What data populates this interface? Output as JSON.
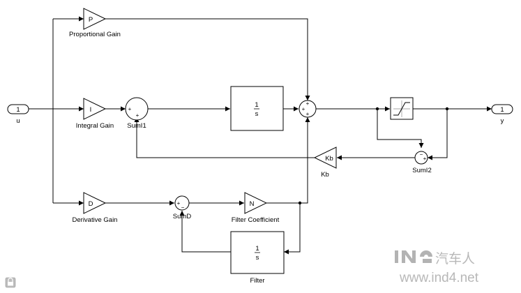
{
  "ports": {
    "in": {
      "number": "1",
      "name": "u"
    },
    "out": {
      "number": "1",
      "name": "y"
    }
  },
  "gains": {
    "proportional": {
      "symbol": "P",
      "label": "Proportional Gain"
    },
    "integral": {
      "symbol": "I",
      "label": "Integral Gain"
    },
    "derivative": {
      "symbol": "D",
      "label": "Derivative Gain"
    },
    "filter_coefficient": {
      "symbol": "N",
      "label": "Filter Coefficient"
    },
    "kb": {
      "symbol": "Kb",
      "label": "Kb"
    }
  },
  "sums": {
    "sumi1": {
      "label": "SumI1",
      "signs": [
        "+",
        "+"
      ]
    },
    "sumd": {
      "label": "SumD",
      "signs": [
        "+",
        "−"
      ]
    },
    "main": {
      "signs": [
        "+",
        "+",
        "+"
      ]
    },
    "sumi2": {
      "label": "SumI2",
      "signs": [
        "−",
        "+"
      ]
    }
  },
  "integrator": {
    "numerator": "1",
    "denominator": "s"
  },
  "filter": {
    "numerator": "1",
    "denominator": "s",
    "label": "Filter"
  },
  "watermark": {
    "brand": "汽车人",
    "url": "www.ind4.net"
  }
}
